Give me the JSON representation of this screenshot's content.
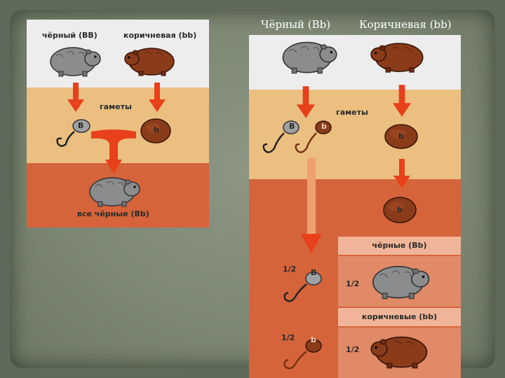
{
  "headers": {
    "black": "Чёрный (Bb)",
    "brown": "Коричневая (bb)"
  },
  "left_panel": {
    "black_parent": "чёрный (BB)",
    "brown_parent": "коричневая (bb)",
    "gametes": "гаметы",
    "gamete_B": "B",
    "gamete_b": "b",
    "offspring": "все чёрные (Bb)"
  },
  "right_panel": {
    "gametes": "гаметы",
    "sperm_B": "B",
    "sperm_b": "b",
    "egg_b_top": "b",
    "egg_b_bottom": "b",
    "row1_label": "чёрные (Bb)",
    "row2_label": "коричневые (bb)",
    "half_top_left": "1/2",
    "half_top_right": "1/2",
    "half_bottom_left": "1/2",
    "half_bottom_right": "1/2"
  },
  "colors": {
    "white_band": "#ededed",
    "gamete_band": "#eabf80",
    "offspring_band": "#d5643a",
    "arrow": "#e8401a",
    "cell_light": "#f0b598",
    "cell_mid": "#e08a68",
    "black_animal": "#8a8c8e",
    "brown_animal": "#8a3b1a"
  }
}
